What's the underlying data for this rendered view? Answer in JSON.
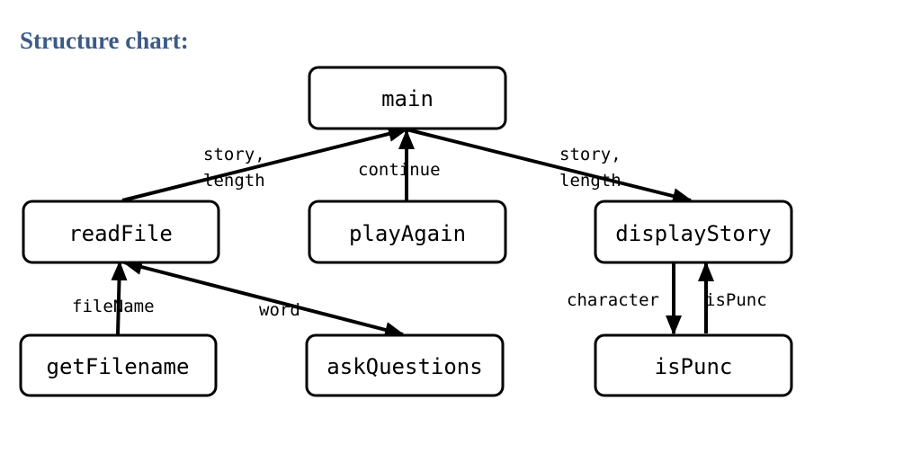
{
  "heading": "Structure chart:",
  "colors": {
    "heading": "#3d5a86",
    "line": "#000000",
    "box_fill": "#ffffff"
  },
  "nodes": {
    "main": "main",
    "readFile": "readFile",
    "playAgain": "playAgain",
    "displayStory": "displayStory",
    "getFilename": "getFilename",
    "askQuestions": "askQuestions",
    "isPunc": "isPunc"
  },
  "edges": [
    {
      "from": "readFile",
      "to": "main",
      "label": [
        "story,",
        "length"
      ]
    },
    {
      "from": "playAgain",
      "to": "main",
      "label": [
        "continue"
      ]
    },
    {
      "from": "main",
      "to": "displayStory",
      "label": [
        "story,",
        "length"
      ]
    },
    {
      "from": "getFilename",
      "to": "readFile",
      "label": [
        "fileName"
      ]
    },
    {
      "from": "readFile",
      "to": "askQuestions",
      "label": [
        "word"
      ],
      "bidirectional": true
    },
    {
      "from": "displayStory",
      "to": "isPunc",
      "label": [
        "character"
      ]
    },
    {
      "from": "isPunc",
      "to": "displayStory",
      "label": [
        "isPunc"
      ]
    }
  ]
}
